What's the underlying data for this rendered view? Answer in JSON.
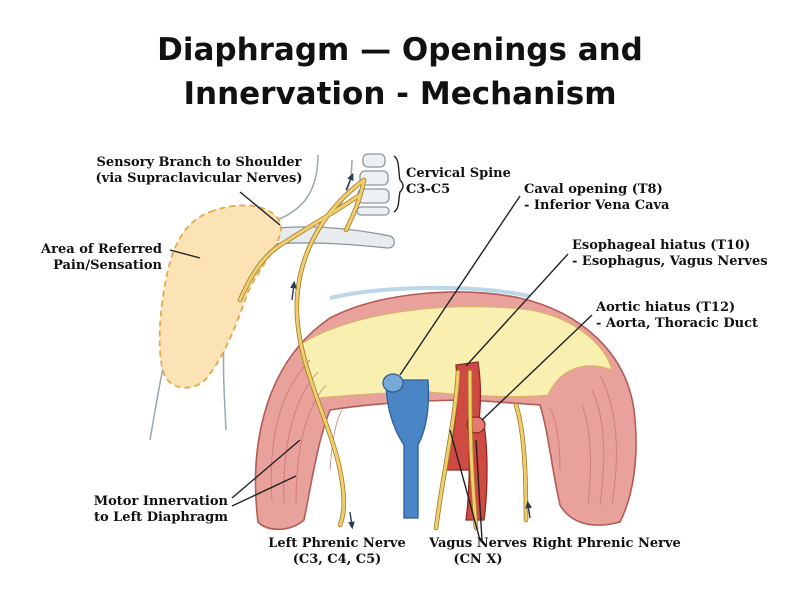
{
  "title": {
    "line1": "Diaphragm — Openings and",
    "line2": "Innervation - Mechanism"
  },
  "labels": {
    "sensory_branch": {
      "line1": "Sensory Branch to Shoulder",
      "line2": "(via Supraclavicular Nerves)"
    },
    "referred_pain": {
      "line1": "Area of Referred",
      "line2": "Pain/Sensation"
    },
    "cervical_spine": {
      "line1": "Cervical Spine",
      "line2": "C3-C5"
    },
    "caval_opening": {
      "line1": "Caval opening (T8)",
      "line2": "- Inferior Vena Cava"
    },
    "esophageal_hiatus": {
      "line1": "Esophageal hiatus (T10)",
      "line2": "- Esophagus, Vagus Nerves"
    },
    "aortic_hiatus": {
      "line1": "Aortic hiatus (T12)",
      "line2": "- Aorta, Thoracic Duct"
    },
    "motor_innervation": {
      "line1": "Motor Innervation",
      "line2": "to Left Diaphragm"
    },
    "left_phrenic": {
      "line1": "Left Phrenic Nerve",
      "line2": "(C3, C4, C5)"
    },
    "vagus_nerves": {
      "line1": "Vagus Nerves",
      "line2": "(CN X)"
    },
    "right_phrenic": {
      "line1": "Right Phrenic Nerve"
    }
  },
  "colors": {
    "muscle": "#e9a19b",
    "muscle_stroke": "#b35b57",
    "tendon": "#f8efb0",
    "nerve": "#f0cd6e",
    "nerve_stroke": "#a07d25",
    "ivc": "#4a85c6",
    "aorta": "#cf4a42",
    "referred_area": "#fbe3b6",
    "body_outline": "#9aa7b1"
  }
}
